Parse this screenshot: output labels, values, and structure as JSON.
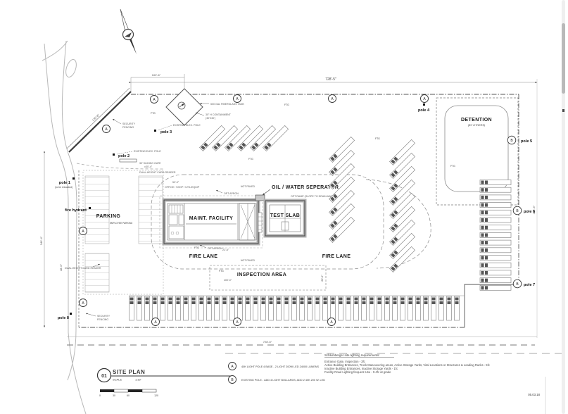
{
  "sheet": {
    "number": "01",
    "title": "SITE PLAN",
    "scale_label": "SCALE",
    "scale_value": "1:30'",
    "date": "05.03.18",
    "scalebar": [
      "0",
      "30",
      "60",
      "120"
    ]
  },
  "markers": {
    "a": "A",
    "b": "B"
  },
  "areas": {
    "detention": "DETENTION",
    "detention_sub": "(BY OTHERS)",
    "maint_facility": "MAINT. FACILITY",
    "test_slab": "TEST SLAB",
    "parking": "PARKING",
    "employee_parking": "EMPLOYEE PARKING",
    "inspection_area": "INSPECTION AREA",
    "fire_lane": "FIRE LANE",
    "oil_water_separator": "OIL / WATER SEPERATOR"
  },
  "labels": {
    "fire_hydrant": "fire hydrant",
    "not_paved": "NOT PAVED",
    "security_fencing_1": "SECURITY",
    "security_fencing_2": "FENCING",
    "tank": "500 GAL FIBERGLASS TANK",
    "containment_1": "30\" H CONTAINMENT",
    "containment_2": "(30'X30')",
    "existing_elec_pole": "EXISTING ELEC. POLE",
    "sliding_gate": "30' SLIDING GATE",
    "sliding_gate_dim": "±30'-4\"",
    "card_reader": "DUAL-HEIGHT CARD READER",
    "office": "OFFICE / SHOP / UTIL/EQUIP",
    "opt_apron": "OPT APRON",
    "opt_ramp": "OPT RAMP (SLOPE TO DRAIN AWAY)",
    "ftg": "FTG"
  },
  "poles": {
    "p1": "pole 1",
    "p1_sub": "(to be relocated)",
    "p2": "pole 2",
    "p3": "pole 3",
    "p4": "pole 4",
    "p5": "pole 5",
    "p6": "pole 6",
    "p7": "pole 7",
    "p8": "pole 8"
  },
  "dimensions": {
    "overall_width": "728'-5\"",
    "top_left": "102'-6\"",
    "west_height": "346'-4\"",
    "right_depth": "404'-6\"",
    "inspection_width": "400'-0\"",
    "inspection_depth": "80'-0\"",
    "diag_fence": "135'-8\"",
    "office_width": "52'-0\"",
    "slab_gap": "22'-6\"",
    "west_gate": "48'-0\""
  },
  "legend": {
    "a_text": "40K LIGHT POLE 4 BASE - 2 LIGHT 200W LED 24000 LUMENS",
    "b_text": "EXISTING POLE - ADD 4 LIGHT BOLLARDS, ADD 2 40K 200 W. LED"
  },
  "notes": {
    "heading": "Schlumberger site lighting requirements:",
    "lines": [
      "Entrance Gate, Inspection - 3fc",
      "Active Building Entrances, Truck Maneuvering areas, Active Storage Yards, Vital Locations or Structures & Loading Racks - 5fc",
      "Inactive Building Entrances, Inactive Storage Yards - 1fc",
      "Facility Road Lighting frequent Use - 0.4fc at grade"
    ]
  },
  "colors": {
    "ink": "#3c3c3c",
    "light_line": "#b8b8b8",
    "hatch": "#b0b0b0",
    "paper": "#ffffff",
    "scrollbar_thumb": "#b9b9b9"
  }
}
